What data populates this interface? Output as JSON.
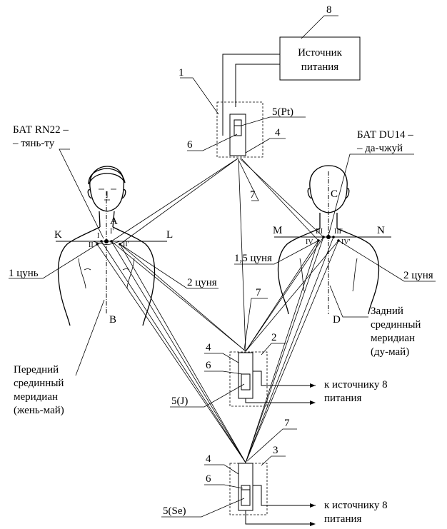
{
  "labels": {
    "n8": "8",
    "power_source_line1": "Источник",
    "power_source_line2": "питания",
    "n1": "1",
    "n5pt": "5(Pt)",
    "n6a": "6",
    "n4a": "4",
    "n7a": "7",
    "bat_rn22_line1": "БАТ RN22 –",
    "bat_rn22_line2": "– тянь-ту",
    "bat_du14_line1": "БАТ DU14 –",
    "bat_du14_line2": "– да-чжуй",
    "pA": "A",
    "pB": "B",
    "pC": "C",
    "pD": "D",
    "pK": "K",
    "pL": "L",
    "pM": "M",
    "pN": "N",
    "pI": "I",
    "pIp": "I'",
    "pII": "II",
    "pIIp": "II'",
    "pIII": "III",
    "pIIIp": "III'",
    "pIV": "IV",
    "pIVp": "IV'",
    "cun_1": "1 цунь",
    "cun_2a": "2 цуня",
    "cun_15": "1,5 цуня",
    "cun_2b": "2 цуня",
    "n7b": "7",
    "n2": "2",
    "n4b": "4",
    "n6b": "6",
    "n5j": "5(J)",
    "to_source_b_line1": "к источнику 8",
    "to_source_b_line2": "питания",
    "front_mer_1": "Передний",
    "front_mer_2": "срединный",
    "front_mer_3": "меридиан",
    "front_mer_4": "(жень-май)",
    "back_mer_1": "Задний",
    "back_mer_2": "срединный",
    "back_mer_3": "меридиан",
    "back_mer_4": "(ду-май)",
    "n7c": "7",
    "n3": "3",
    "n4c": "4",
    "n6c": "6",
    "n5se": "5(Se)",
    "to_source_c_line1": "к источнику 8",
    "to_source_c_line2": "питания"
  }
}
